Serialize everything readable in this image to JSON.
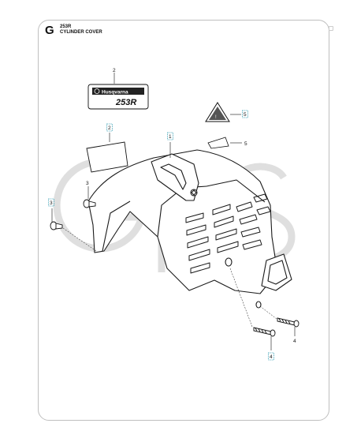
{
  "header": {
    "section_letter": "G",
    "model": "253R",
    "title": "CYLINDER COVER"
  },
  "decal": {
    "brand": "Husqvarna",
    "model": "253R"
  },
  "watermark": "GHS",
  "callouts": [
    {
      "id": "decal-253r",
      "label": "2",
      "highlighted": false
    },
    {
      "id": "sticker",
      "label": "2",
      "highlighted": true
    },
    {
      "id": "warning-label",
      "label": "5",
      "highlighted": true
    },
    {
      "id": "warning-plate",
      "label": "5",
      "highlighted": false
    },
    {
      "id": "cylinder-cover",
      "label": "1",
      "highlighted": true
    },
    {
      "id": "screw-inner",
      "label": "3",
      "highlighted": false
    },
    {
      "id": "screw-outer",
      "label": "3",
      "highlighted": true
    },
    {
      "id": "bolt-upper",
      "label": "4",
      "highlighted": false
    },
    {
      "id": "bolt-lower",
      "label": "4",
      "highlighted": true
    }
  ],
  "colors": {
    "line": "#1a1a1a",
    "highlight": "#3aa0b5",
    "watermark": "#dcdcdc"
  }
}
